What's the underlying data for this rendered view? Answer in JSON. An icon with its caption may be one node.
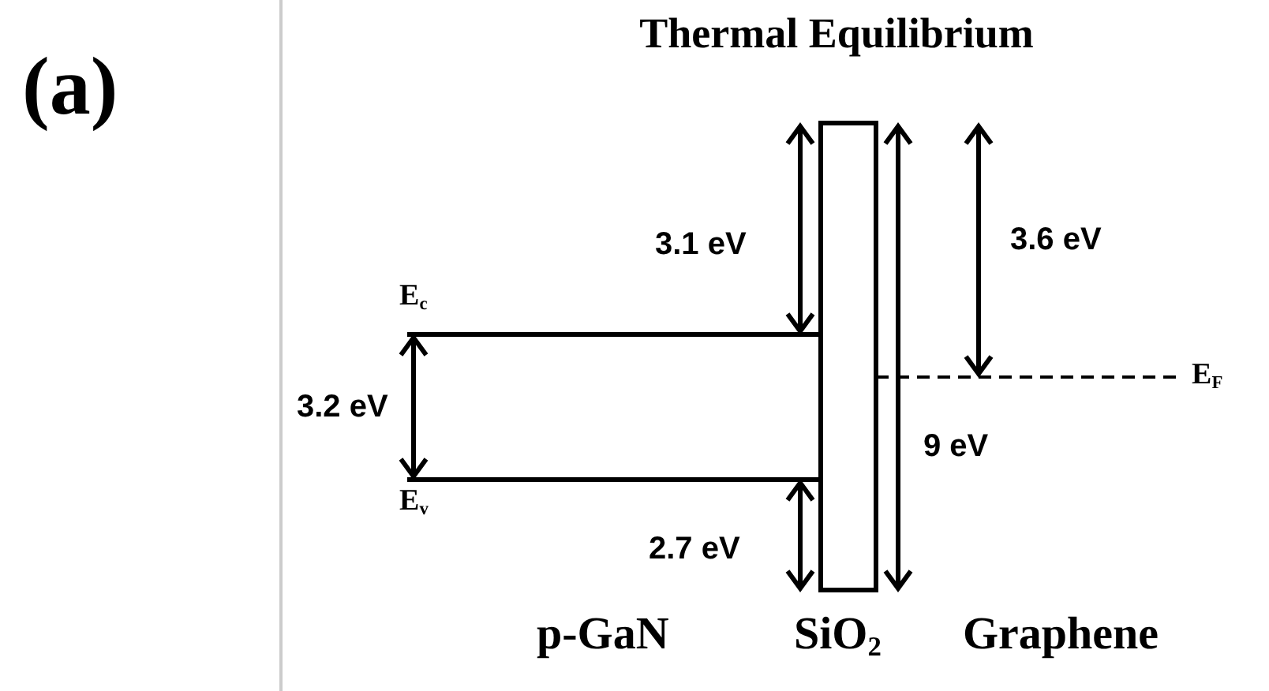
{
  "diagram": {
    "title": "Thermal Equilibrium",
    "labels": [
      "(a)",
      "3.1 eV",
      "3.6 eV",
      "E$_{c}$",
      "3.2 eV",
      "E$_{F}$",
      "9 eV",
      "E$_{v}$",
      "2.7 eV",
      "p-GaN",
      "SiO$_{2}$",
      "Graphene"
    ]
  }
}
